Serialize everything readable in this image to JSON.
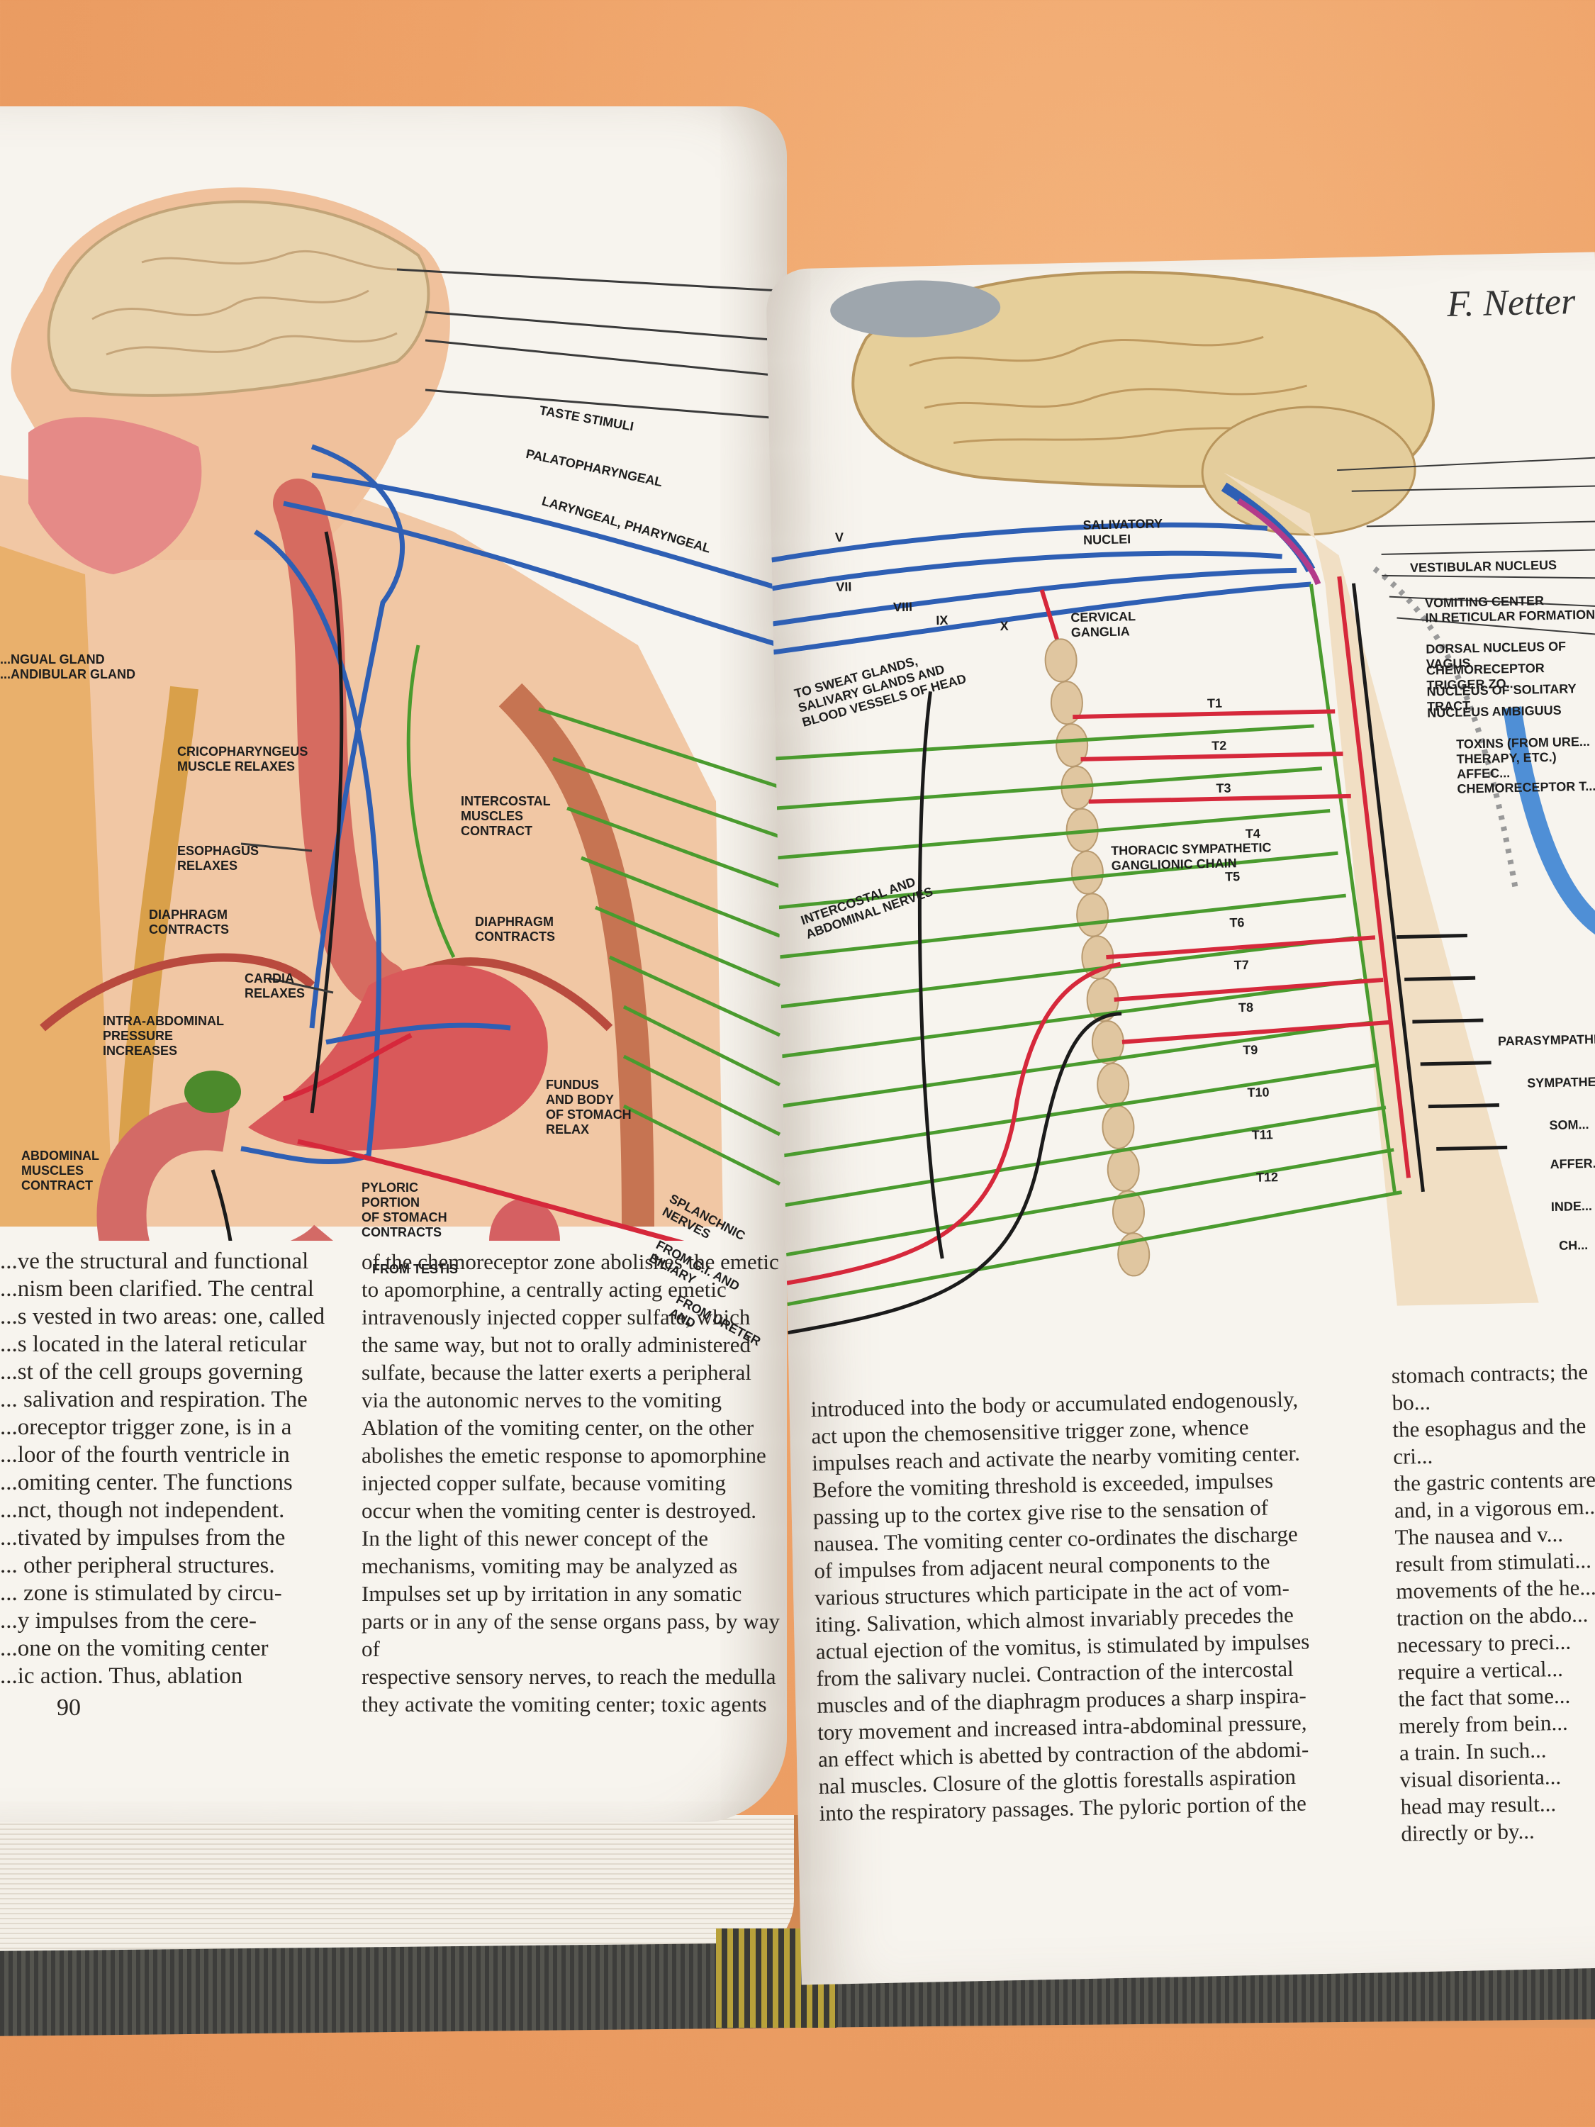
{
  "left_page": {
    "page_number": "90",
    "labels": {
      "glands": "...NGUAL GLAND\n...ANDIBULAR GLAND",
      "cricopharyngeus": "CRICOPHARYNGEUS\nMUSCLE RELAXES",
      "esophagus": "ESOPHAGUS\nRELAXES",
      "intercostal": "INTERCOSTAL\nMUSCLES\nCONTRACT",
      "diaphragm_left": "DIAPHRAGM\nCONTRACTS",
      "diaphragm_right": "DIAPHRAGM\nCONTRACTS",
      "cardia": "CARDIA\nRELAXES",
      "intra_abdominal": "INTRA-ABDOMINAL\nPRESSURE\nINCREASES",
      "fundus": "FUNDUS\nAND BODY\nOF STOMACH\nRELAX",
      "abdominal": "ABDOMINAL\nMUSCLES\nCONTRACT",
      "pyloric": "PYLORIC\nPORTION\nOF STOMACH\nCONTRACTS",
      "testis": "FROM TESTIS",
      "splanchnic": "SPLANCHNIC NERVES",
      "gi": "FROM G.I. AND BILIARY",
      "ureter": "FROM URETER AND",
      "taste": "TASTE STIMULI",
      "palato": "PALATOPHARYNGEAL",
      "laryngeal": "LARYNGEAL, PHARYNGEAL"
    },
    "col1": [
      "...ve the structural and functional",
      "...nism been clarified. The central",
      "...s vested in two areas: one, called",
      "...s located in the lateral reticular",
      "...st of the cell groups governing",
      "... salivation and respiration. The",
      "...oreceptor trigger zone, is in a",
      "...loor of the fourth ventricle in",
      "...omiting center. The functions",
      "...nct, though not independent.",
      "...tivated by impulses from the",
      "... other peripheral structures.",
      "... zone is stimulated by circu-",
      "...y impulses from the cere-",
      "...one on the vomiting center",
      "...ic action. Thus, ablation"
    ],
    "col2": [
      "of the chemoreceptor zone abolishes the emetic",
      "to apomorphine, a centrally acting emetic",
      "intravenously injected copper sulfate, which",
      "the same way, but not to orally administered",
      "sulfate, because the latter exerts a peripheral",
      "via the autonomic nerves to the vomiting",
      "Ablation of the vomiting center, on the other",
      "abolishes the emetic response to apomorphine",
      "injected copper sulfate, because vomiting",
      "occur when the vomiting center is destroyed.",
      "In the light of this newer concept of the",
      "mechanisms, vomiting may be analyzed as",
      "Impulses set up by irritation in any somatic",
      "parts or in any of the sense organs pass, by way of",
      "respective sensory nerves, to reach the medulla",
      "they activate the vomiting center; toxic agents"
    ]
  },
  "right_page": {
    "signature": "F. Netter",
    "labels": {
      "cervical": "CERVICAL\nGANGLIA",
      "sweat": "TO SWEAT GLANDS,\nSALIVARY GLANDS AND\nBLOOD VESSELS OF HEAD",
      "thoracic": "THORACIC SYMPATHETIC\nGANGLIONIC CHAIN",
      "intercostal_nerves": "INTERCOSTAL AND\nABDOMINAL NERVES",
      "parasympathetic": "PARASYMPATHET...",
      "sympathetic": "SYMPATHE...",
      "somatic": "SOM...",
      "afferent": "AFFER...",
      "indef": "INDE...",
      "chem": "CH...",
      "vomiting_center": "VOMITING CENTER\nIN RETICULAR FORMATION",
      "dorsal_vagus": "DORSAL NUCLEUS OF VAGUS",
      "chemoreceptor": "CHEMORECEPTOR TRIGGER ZO...",
      "solitary": "NUCLEUS OF SOLITARY TRACT",
      "ambiguus": "NUCLEUS AMBIGUUS",
      "toxins": "TOXINS (FROM URE...\nTHERAPY, etc.) AFFEC...\nCHEMORECEPTOR T...",
      "salivatory": "SALIVATORY\nNUCLEI",
      "vestibular": "VESTIBULAR NUCLEUS"
    },
    "segments": [
      "T1",
      "T2",
      "T3",
      "T4",
      "T5",
      "T6",
      "T7",
      "T8",
      "T9",
      "T10",
      "T11",
      "T12"
    ],
    "cranial": [
      "V",
      "VII",
      "IX",
      "X",
      "VIII"
    ],
    "col1": [
      "introduced into the body or accumulated endogenously,",
      "act upon the chemosensitive trigger zone, whence",
      "impulses reach and activate the nearby vomiting center.",
      "Before the vomiting threshold is exceeded, impulses",
      "passing up to the cortex give rise to the sensation of",
      "nausea. The vomiting center co-ordinates the discharge",
      "of impulses from adjacent neural components to the",
      "various structures which participate in the act of vom-",
      "iting. Salivation, which almost invariably precedes the",
      "actual ejection of the vomitus, is stimulated by impulses",
      "from the salivary nuclei. Contraction of the intercostal",
      "muscles and of the diaphragm produces a sharp inspira-",
      "tory movement and increased intra-abdominal pressure,",
      "an effect which is abetted by contraction of the abdomi-",
      "nal muscles. Closure of the glottis forestalls aspiration",
      "into the respiratory passages. The pyloric portion of the"
    ],
    "col2": [
      "stomach contracts; the bo...",
      "the esophagus and the cri...",
      "the gastric contents are...",
      "and, in a vigorous em...",
      "The nausea and v...",
      "result from stimulati...",
      "movements of the he...",
      "traction on the abdo...",
      "necessary to preci...",
      "require a vertical...",
      "the fact that some...",
      "merely from bein...",
      "a train. In such...",
      "visual disorienta...",
      "head may result...",
      "directly or by..."
    ]
  },
  "colors": {
    "sympathetic": "#d6283b",
    "parasympathetic": "#2e5fb4",
    "somatic": "#4a9b2e",
    "afferent": "#1b1b1b",
    "brain": "#e6cf9a",
    "stomach": "#d9595a",
    "background": "#eea268"
  }
}
